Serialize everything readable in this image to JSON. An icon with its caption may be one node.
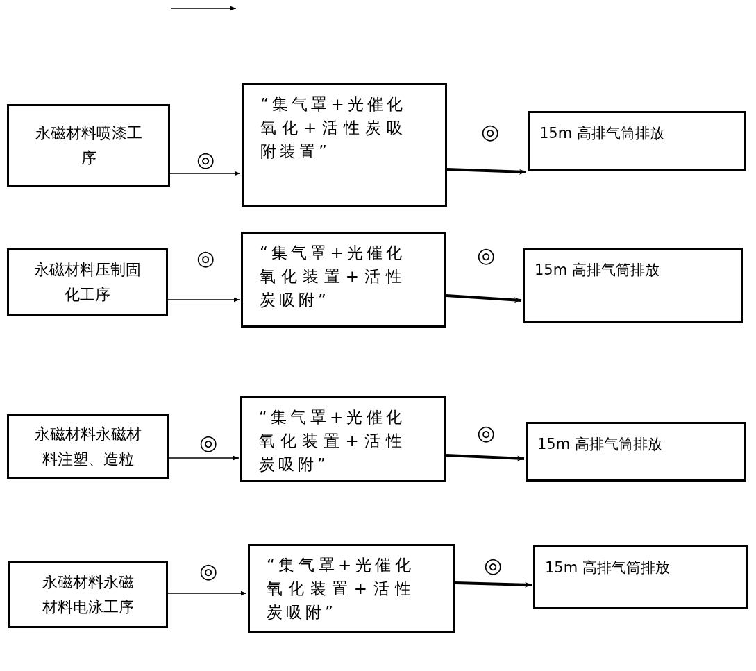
{
  "diagram": {
    "nodes": [
      {
        "text": [
          "永磁材料喷漆工序"
        ]
      },
      {
        "text": [
          "“集气罩+光催化氧化+活性炭吸附装置”"
        ]
      },
      {
        "text": [
          "15m 高排气筒排放"
        ]
      },
      {
        "text": [
          "永磁材料压制固化工序"
        ]
      },
      {
        "text": [
          "“集气罩+光催化氧化装置+活性炭吸附”"
        ]
      },
      {
        "text": [
          "15m 高排气筒排放"
        ]
      },
      {
        "text": [
          "永磁材料永磁材料注塑、造粒"
        ]
      },
      {
        "text": [
          "“集气罩+光催化氧化装置+活性炭吸附”"
        ]
      },
      {
        "text": [
          "15m 高排气筒排放"
        ]
      },
      {
        "text": [
          "永磁材料永磁材料电泳工序"
        ]
      },
      {
        "text": [
          "“集气罩+光催化氧化装置+活性炭吸附”"
        ]
      },
      {
        "text": [
          "15m 高排气筒排放"
        ]
      }
    ],
    "edges": [
      {
        "from": 0,
        "to": 1,
        "arrow": "to",
        "label": "◎"
      },
      {
        "from": 1,
        "to": 2,
        "arrow": "to",
        "label": "◎",
        "style": "thick"
      },
      {
        "from": 3,
        "to": 4,
        "arrow": "to",
        "label": "◎"
      },
      {
        "from": 4,
        "to": 5,
        "arrow": "to",
        "label": "◎",
        "style": "thick"
      },
      {
        "from": 6,
        "to": 7,
        "arrow": "to",
        "label": "◎"
      },
      {
        "from": 7,
        "to": 8,
        "arrow": "to",
        "label": "◎",
        "style": "thick"
      },
      {
        "from": 9,
        "to": 10,
        "arrow": "to",
        "label": "◎"
      },
      {
        "from": 10,
        "to": 11,
        "arrow": "to",
        "label": "◎",
        "style": "thick"
      }
    ]
  }
}
